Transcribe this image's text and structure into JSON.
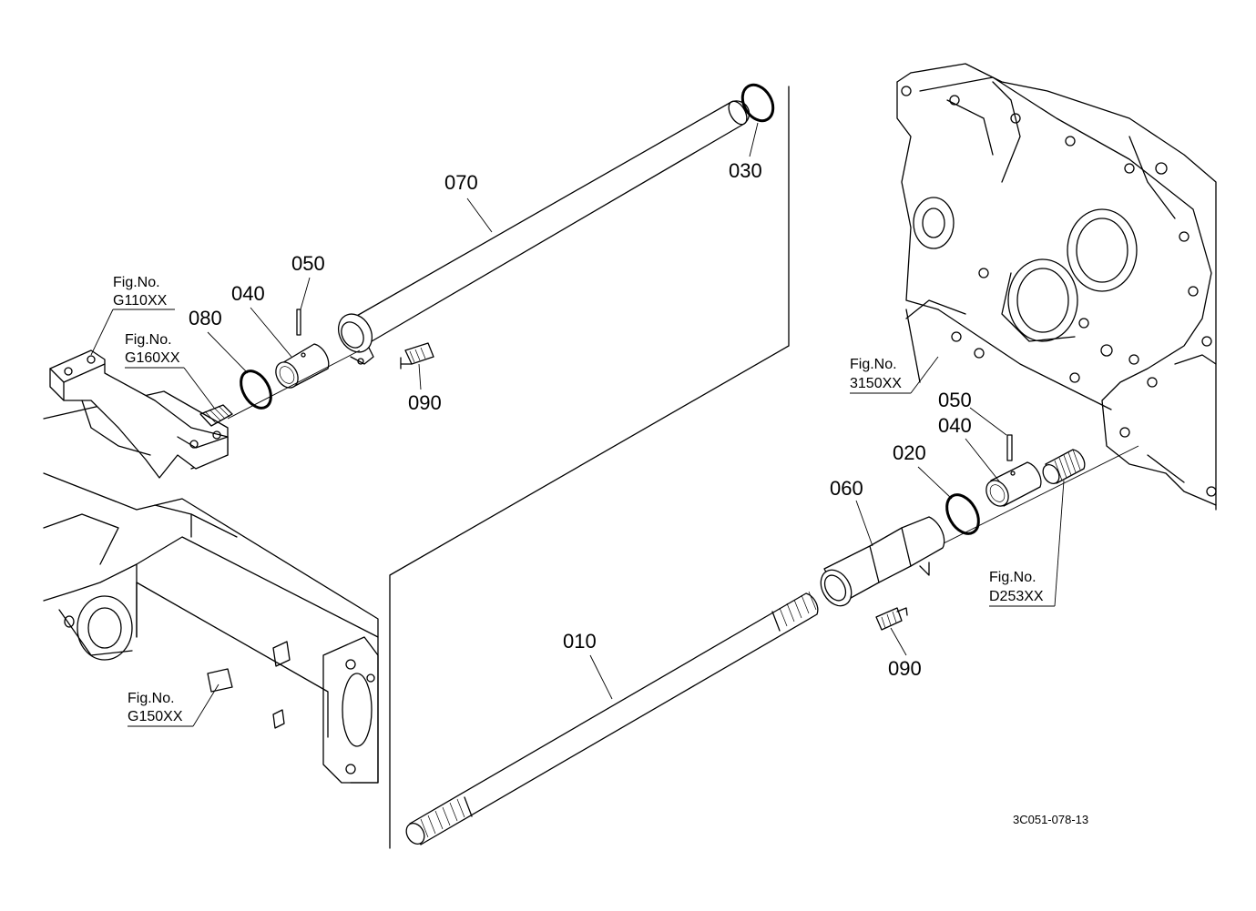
{
  "parts": {
    "p070": "070",
    "p030": "030",
    "p050a": "050",
    "p040a": "040",
    "p080": "080",
    "p090a": "090",
    "p050b": "050",
    "p040b": "040",
    "p020": "020",
    "p060": "060",
    "p090b": "090",
    "p010": "010"
  },
  "figrefs": {
    "g110": {
      "line1": "Fig.No.",
      "line2": "G110XX"
    },
    "g160": {
      "line1": "Fig.No.",
      "line2": "G160XX"
    },
    "g150": {
      "line1": "Fig.No.",
      "line2": "G150XX"
    },
    "f3150": {
      "line1": "Fig.No.",
      "line2": "3150XX"
    },
    "d253": {
      "line1": "Fig.No.",
      "line2": "D253XX"
    }
  },
  "drawing_id": "3C051-078-13"
}
